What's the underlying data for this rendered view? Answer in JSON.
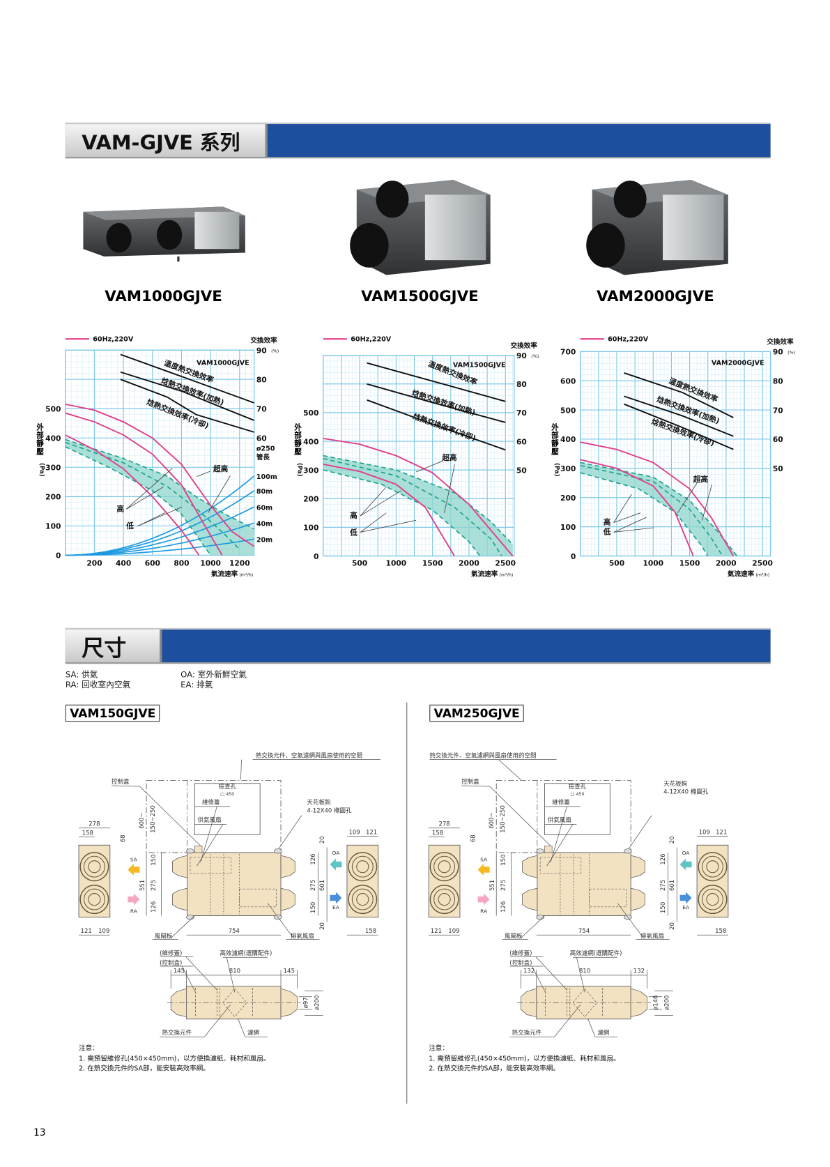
{
  "section1": {
    "title": "VAM-GJVE 系列"
  },
  "products": [
    {
      "model": "VAM1000GJVE"
    },
    {
      "model": "VAM1500GJVE"
    },
    {
      "model": "VAM2000GJVE"
    }
  ],
  "colors": {
    "brand_blue": "#1d4f9e",
    "fan_curve": "#e0408a",
    "dashed_curve": "#1fa38a",
    "duct_line": "#1e9be0",
    "grid": "#7cc8ea",
    "shade": "#8fd6cc",
    "unit_body": "#f3e2c2"
  },
  "chart_data": [
    {
      "type": "line",
      "title": "VAM1000GJVE",
      "legend": "60Hz,220V",
      "ylabel": "外部靜壓",
      "yunit": "(Pa)",
      "xlabel": "氣流速率",
      "xunit": "(m³/h)",
      "right_label": "交換效率",
      "right_unit": "(%)",
      "xlim": [
        0,
        1300
      ],
      "ylim": [
        0,
        700
      ],
      "xticks": [
        "200",
        "400",
        "600",
        "800",
        "1000",
        "1200"
      ],
      "yticks": [
        "0",
        "100",
        "200",
        "300",
        "400",
        "500"
      ],
      "right_ticks": [
        "90",
        "80",
        "70",
        "60"
      ],
      "right_pct_range": [
        20,
        90
      ],
      "efficiency_series": [
        {
          "name": "溫度熱交換效率",
          "values": [
            [
              380,
              88.5
            ],
            [
              800,
              81
            ],
            [
              1300,
              72
            ]
          ]
        },
        {
          "name": "焓熱交換效率(加熱)",
          "values": [
            [
              380,
              82.5
            ],
            [
              800,
              76
            ],
            [
              1100,
              70
            ],
            [
              1300,
              66
            ]
          ]
        },
        {
          "name": "焓熱交換效率(冷卻)",
          "values": [
            [
              380,
              80
            ],
            [
              700,
              74
            ],
            [
              900,
              68
            ],
            [
              1300,
              62
            ]
          ]
        }
      ],
      "fan_curves_solid": [
        {
          "name": "超高",
          "values": [
            [
              0,
              515
            ],
            [
              200,
              495
            ],
            [
              400,
              455
            ],
            [
              600,
              400
            ],
            [
              800,
              310
            ],
            [
              1000,
              170
            ],
            [
              1150,
              80
            ],
            [
              1300,
              30
            ]
          ]
        },
        {
          "name": "高",
          "values": [
            [
              0,
              485
            ],
            [
              200,
              455
            ],
            [
              400,
              410
            ],
            [
              600,
              345
            ],
            [
              800,
              240
            ],
            [
              950,
              110
            ],
            [
              1080,
              0
            ]
          ]
        },
        {
          "name": "低",
          "values": [
            [
              0,
              410
            ],
            [
              200,
              360
            ],
            [
              400,
              295
            ],
            [
              600,
              200
            ],
            [
              800,
              85
            ],
            [
              920,
              0
            ]
          ]
        }
      ],
      "fan_curves_dashed": [
        {
          "name": "超高",
          "values": [
            [
              0,
              395
            ],
            [
              400,
              330
            ],
            [
              700,
              270
            ],
            [
              900,
              200
            ],
            [
              1100,
              140
            ],
            [
              1300,
              90
            ]
          ]
        },
        {
          "name": "高",
          "values": [
            [
              0,
              385
            ],
            [
              400,
              315
            ],
            [
              700,
              235
            ],
            [
              900,
              160
            ],
            [
              1100,
              70
            ],
            [
              1200,
              20
            ]
          ]
        },
        {
          "name": "低",
          "values": [
            [
              0,
              370
            ],
            [
              300,
              300
            ],
            [
              600,
              220
            ],
            [
              800,
              140
            ],
            [
              1000,
              0
            ]
          ]
        }
      ],
      "duct_title": [
        "ø250",
        "管長"
      ],
      "ducts": [
        {
          "name": "100m",
          "pa_at_max_flow": 270
        },
        {
          "name": "80m",
          "pa_at_max_flow": 220
        },
        {
          "name": "60m",
          "pa_at_max_flow": 165
        },
        {
          "name": "40m",
          "pa_at_max_flow": 110
        },
        {
          "name": "20m",
          "pa_at_max_flow": 55
        }
      ],
      "annotations": {
        "super_high": "超高",
        "high": "高",
        "low": "低"
      }
    },
    {
      "type": "line",
      "title": "VAM1500GJVE",
      "legend": "60Hz,220V",
      "ylabel": "外部靜壓",
      "yunit": "(Pa)",
      "xlabel": "氣流速率",
      "xunit": "(m³/h)",
      "right_label": "交換效率",
      "right_unit": "(%)",
      "xlim": [
        0,
        2620
      ],
      "ylim": [
        0,
        700
      ],
      "xticks": [
        "500",
        "1000",
        "1500",
        "2000",
        "2500"
      ],
      "yticks": [
        "0",
        "100",
        "200",
        "300",
        "400",
        "500"
      ],
      "right_ticks": [
        "90",
        "80",
        "70",
        "60",
        "50"
      ],
      "right_pct_range": [
        20,
        90
      ],
      "efficiency_series": [
        {
          "name": "溫度熱交換效率",
          "values": [
            [
              600,
              87.3
            ],
            [
              1500,
              81
            ],
            [
              2500,
              73.9
            ]
          ]
        },
        {
          "name": "焓熱交換效率(加熱)",
          "values": [
            [
              600,
              80
            ],
            [
              1500,
              73.5
            ],
            [
              2500,
              66.6
            ]
          ]
        },
        {
          "name": "焓熱交換效率(冷卻)",
          "values": [
            [
              600,
              74.4
            ],
            [
              1500,
              66
            ],
            [
              2500,
              57
            ]
          ]
        }
      ],
      "fan_curves_solid": [
        {
          "name": "超高",
          "values": [
            [
              0,
              410
            ],
            [
              500,
              390
            ],
            [
              1000,
              350
            ],
            [
              1500,
              290
            ],
            [
              2000,
              180
            ],
            [
              2300,
              90
            ],
            [
              2600,
              0
            ]
          ]
        },
        {
          "name": "低",
          "values": [
            [
              0,
              320
            ],
            [
              500,
              295
            ],
            [
              1000,
              250
            ],
            [
              1400,
              170
            ],
            [
              1800,
              0
            ]
          ]
        }
      ],
      "fan_curves_dashed": [
        {
          "name": "超高",
          "values": [
            [
              0,
              350
            ],
            [
              1000,
              300
            ],
            [
              1800,
              220
            ],
            [
              2300,
              120
            ],
            [
              2600,
              40
            ]
          ]
        },
        {
          "name": "高",
          "values": [
            [
              0,
              340
            ],
            [
              1000,
              280
            ],
            [
              1800,
              170
            ],
            [
              2300,
              60
            ],
            [
              2450,
              0
            ]
          ]
        },
        {
          "name": "低",
          "values": [
            [
              0,
              300
            ],
            [
              800,
              250
            ],
            [
              1500,
              160
            ],
            [
              2000,
              50
            ],
            [
              2150,
              0
            ]
          ]
        }
      ],
      "annotations": {
        "super_high": "超高",
        "high": "高",
        "low": "低"
      }
    },
    {
      "type": "line",
      "title": "VAM2000GJVE",
      "legend": "60Hz,220V",
      "ylabel": "外部靜壓",
      "yunit": "(Pa)",
      "xlabel": "氣流速率",
      "xunit": "(m³/h)",
      "right_label": "交換效率",
      "right_unit": "(%)",
      "xlim": [
        0,
        2610
      ],
      "ylim": [
        0,
        700
      ],
      "xticks": [
        "500",
        "1000",
        "1500",
        "2000",
        "2500"
      ],
      "yticks": [
        "0",
        "100",
        "200",
        "300",
        "400",
        "500",
        "600",
        "700"
      ],
      "right_ticks": [
        "90",
        "80",
        "70",
        "60",
        "50"
      ],
      "right_pct_range": [
        20,
        90
      ],
      "efficiency_series": [
        {
          "name": "溫度熱交換效率",
          "values": [
            [
              600,
              82.7
            ],
            [
              1400,
              76
            ],
            [
              2100,
              67.4
            ]
          ]
        },
        {
          "name": "焓熱交換效率(加熱)",
          "values": [
            [
              600,
              74.7
            ],
            [
              1400,
              68
            ],
            [
              2100,
              61
            ]
          ]
        },
        {
          "name": "焓熱交換效率(冷卻)",
          "values": [
            [
              600,
              72
            ],
            [
              1400,
              64
            ],
            [
              2100,
              56.5
            ]
          ]
        }
      ],
      "fan_curves_solid": [
        {
          "name": "超高",
          "values": [
            [
              0,
              390
            ],
            [
              500,
              365
            ],
            [
              1000,
              320
            ],
            [
              1500,
              230
            ],
            [
              1800,
              130
            ],
            [
              2100,
              0
            ]
          ]
        },
        {
          "name": "低",
          "values": [
            [
              0,
              330
            ],
            [
              500,
              300
            ],
            [
              1000,
              240
            ],
            [
              1300,
              150
            ],
            [
              1550,
              0
            ]
          ]
        }
      ],
      "fan_curves_dashed": [
        {
          "name": "超高",
          "values": [
            [
              0,
              320
            ],
            [
              1000,
              270
            ],
            [
              1500,
              190
            ],
            [
              1900,
              80
            ],
            [
              2150,
              0
            ]
          ]
        },
        {
          "name": "高",
          "values": [
            [
              0,
              310
            ],
            [
              1000,
              255
            ],
            [
              1500,
              160
            ],
            [
              1800,
              60
            ],
            [
              1950,
              0
            ]
          ]
        },
        {
          "name": "低",
          "values": [
            [
              0,
              285
            ],
            [
              800,
              230
            ],
            [
              1300,
              150
            ],
            [
              1650,
              40
            ],
            [
              1750,
              0
            ]
          ]
        }
      ],
      "annotations": {
        "super_high": "超高",
        "high": "高",
        "low": "低"
      }
    }
  ],
  "section2": {
    "title": "尺寸",
    "legend": [
      "SA: 供氣",
      "RA: 回收室內空氣",
      "OA: 室外新鮮空氣",
      "EA: 排氣"
    ]
  },
  "drawings": [
    {
      "model": "VAM150GJVE",
      "space_note": "熱交換元件、空氣濾網與風扇使用的空間",
      "control_box": "控制盒",
      "inspection_hole": "檢查孔",
      "inspection_size": "□ 450",
      "maintenance_cover": "維修蓋",
      "supply_fan": "供氣風扇",
      "ceiling_hook": "天花板鉤",
      "hook_holes": "4-12X40 橢圓孔",
      "damper": "風閘板",
      "exhaust_fan": "排氣風扇",
      "sa": "SA",
      "ra": "RA",
      "oa": "OA",
      "ea": "EA",
      "dims": {
        "side_width": "278",
        "side_offset": "158",
        "top_offset": "68",
        "clearance": "600~",
        "service_gap": "150~250",
        "sa_pos": "150",
        "duct_pitch_l": "275",
        "ra_pos": "126",
        "height_l": "551",
        "hook_top": "20",
        "oa_pos": "126",
        "duct_pitch_r": "275",
        "height_r": "601",
        "ea_pos": "150",
        "hook_bottom": "20",
        "right_a": "109",
        "right_b": "121",
        "right_side": "158",
        "left_a": "121",
        "left_b": "109",
        "body_length": "754",
        "end_left": "145",
        "filter_length": "810",
        "end_right": "145",
        "duct_dia": "ø97",
        "outer_dia": "ø200"
      },
      "maintenance_cover_paren": "(維修蓋)",
      "control_box_paren": "(控制盒)",
      "hepa_filter": "高效濾網(選購配件)",
      "heat_element": "熱交換元件",
      "filter": "濾網",
      "notes_title": "注意：",
      "notes": [
        "1. 需預留維修孔(450×450mm)，以方便換濾紙、耗材和風扇。",
        "2. 在熱交換元件的SA部，能安裝高效率網。"
      ]
    },
    {
      "model": "VAM250GJVE",
      "space_note": "熱交換元件、空氣濾網與風扇使用的空間",
      "control_box": "控制盒",
      "inspection_hole": "檢查孔",
      "inspection_size": "□ 450",
      "maintenance_cover": "維修蓋",
      "supply_fan": "供氣風扇",
      "ceiling_hook": "天花板鉤",
      "hook_holes": "4-12X40 橢圓孔",
      "damper": "風閘板",
      "exhaust_fan": "排氣風扇",
      "sa": "SA",
      "ra": "RA",
      "oa": "OA",
      "ea": "EA",
      "dims": {
        "side_width": "278",
        "side_offset": "158",
        "top_offset": "68",
        "clearance": "600~",
        "service_gap": "150~250",
        "sa_pos": "150",
        "duct_pitch_l": "275",
        "ra_pos": "126",
        "height_l": "551",
        "hook_top": "20",
        "oa_pos": "126",
        "duct_pitch_r": "275",
        "height_r": "601",
        "ea_pos": "150",
        "hook_bottom": "20",
        "right_a": "109",
        "right_b": "121",
        "right_side": "158",
        "left_a": "121",
        "left_b": "109",
        "body_length": "754",
        "end_left": "132",
        "filter_length": "810",
        "end_right": "132",
        "duct_dia": "ø146",
        "outer_dia": "ø200"
      },
      "maintenance_cover_paren": "(維修蓋)",
      "control_box_paren": "(控制盒)",
      "hepa_filter": "高效濾網(選購配件)",
      "heat_element": "熱交換元件",
      "filter": "濾網",
      "notes_title": "注意：",
      "notes": [
        "1. 需預留維修孔(450×450mm)，以方便換濾紙、耗材和風扇。",
        "2. 在熱交換元件的SA部，能安裝高效率網。"
      ]
    }
  ],
  "page_number": "13"
}
